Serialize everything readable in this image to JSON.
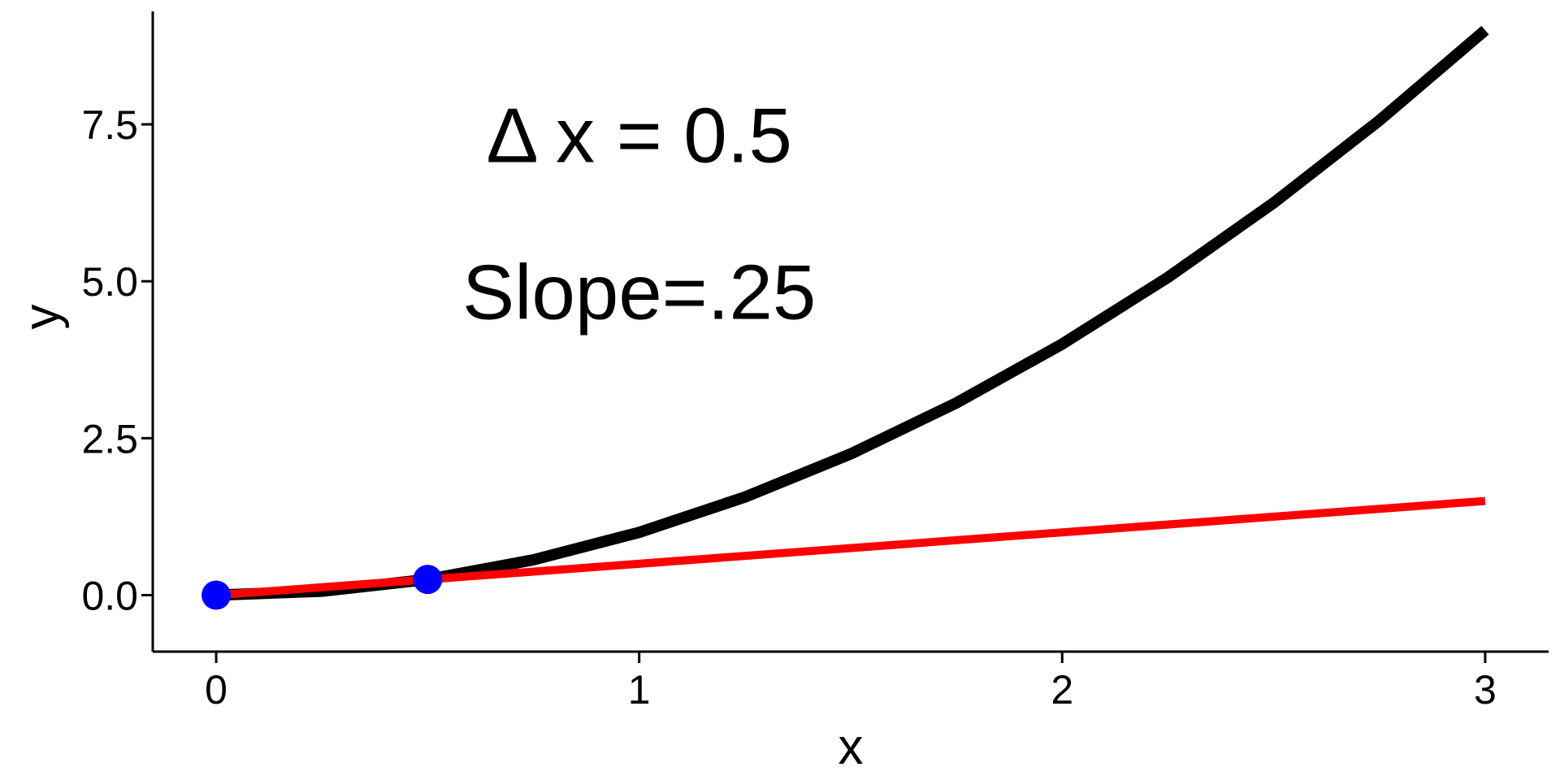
{
  "chart_data": {
    "type": "line",
    "title": "",
    "xlabel": "x",
    "ylabel": "y",
    "xlim": [
      -0.15,
      3.15
    ],
    "ylim": [
      -0.9,
      9.3
    ],
    "x_ticks": [
      0,
      1,
      2,
      3
    ],
    "x_tick_labels": [
      "0",
      "1",
      "2",
      "3"
    ],
    "y_ticks": [
      0,
      2.5,
      5,
      7.5
    ],
    "y_tick_labels": [
      "0.0",
      "2.5",
      "5.0",
      "7.5"
    ],
    "grid": false,
    "legend": "none",
    "series": [
      {
        "kind": "curve",
        "function": "y = x^2",
        "color": "#000000",
        "x": [
          0,
          0.25,
          0.5,
          0.75,
          1,
          1.25,
          1.5,
          1.75,
          2,
          2.25,
          2.5,
          2.75,
          3
        ],
        "y": [
          0,
          0.0625,
          0.25,
          0.5625,
          1,
          1.5625,
          2.25,
          3.0625,
          4,
          5.0625,
          6.25,
          7.5625,
          9
        ]
      },
      {
        "kind": "secant",
        "color": "#ff0000",
        "x": [
          0,
          3
        ],
        "y": [
          0,
          1.5
        ]
      }
    ],
    "points": {
      "color": "#0000ff",
      "x": [
        0,
        0.5
      ],
      "y": [
        0,
        0.25
      ]
    },
    "annotations": [
      {
        "text": "Δ x = 0.5",
        "x": 1.0,
        "y": 6.9
      },
      {
        "text": "Slope=.25",
        "x": 1.0,
        "y": 4.4
      }
    ]
  }
}
